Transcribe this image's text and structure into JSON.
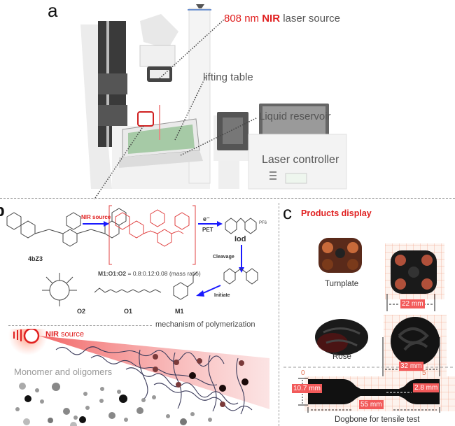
{
  "panel_a": {
    "letter": "a",
    "labels": {
      "laser_source_prefix": "808 nm ",
      "laser_source_nir": "NIR",
      "laser_source_suffix": " laser source",
      "lifting_table": "lifting table",
      "liquid_reservoir": "Liquid reservoir",
      "laser_controller": "Laser controller"
    }
  },
  "panel_b": {
    "letter": "b",
    "compounds": {
      "dye": "4bZ3",
      "iodonium": "Iod",
      "pf6": "PF6",
      "monomer": "M1",
      "oligomer1": "O1",
      "oligomer2": "O2"
    },
    "arrows": {
      "nir_source": "NIR source",
      "electron": "e⁻",
      "pet": "PET",
      "cleavage": "Cleavage",
      "initiate": "Initiate"
    },
    "ratio_bold": "M1:O1:O2",
    "ratio_value": " = 0.8:0.12:0.08 (mass ratio)",
    "section_title": "mechanism of polymerization",
    "beam_label_bold": "NIR",
    "beam_label_rest": " source",
    "monomer_label": "Monomer and oligomers"
  },
  "panel_c": {
    "letter": "c",
    "title": "Products display",
    "products": [
      {
        "name": "Turnplate",
        "measurement": "22 mm"
      },
      {
        "name": "Rose",
        "measurement": "32 mm"
      }
    ],
    "dogbone": {
      "caption": "Dogbone for tensile test",
      "ruler_start": "0",
      "ruler_end": "5",
      "width_label": "10.7 mm",
      "neck_label": "2.8 mm",
      "length_label": "55 mm"
    }
  },
  "colors": {
    "accent_red": "#e02020",
    "arrow_blue": "#1a1aff",
    "measure_bg": "#f25a5a"
  }
}
